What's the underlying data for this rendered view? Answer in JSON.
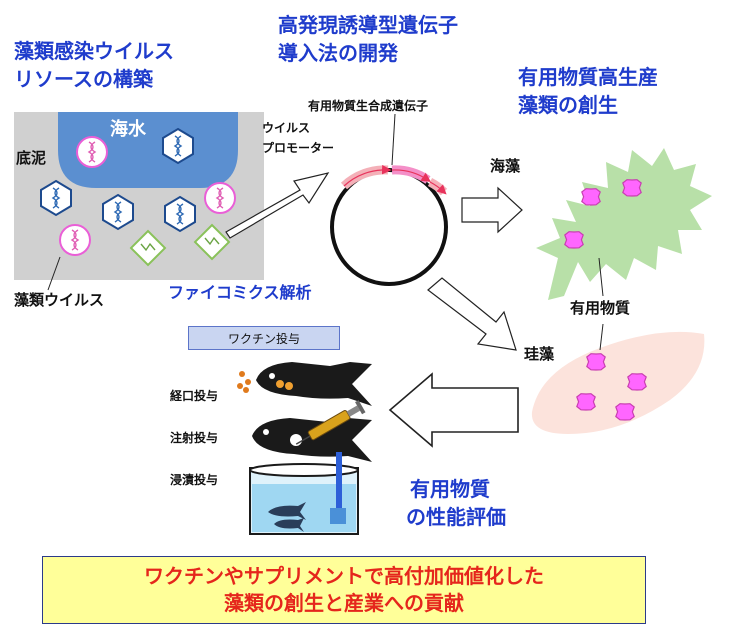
{
  "titles": {
    "resource_line1": "藻類感染ウイルス",
    "resource_line2": "リソースの構築",
    "method_line1": "高発現誘導型遺伝子",
    "method_line2": "導入法の開発",
    "creation_line1": "有用物質高生産",
    "creation_line2": "藻類の創生",
    "phycomics": "ファイコミクス解析",
    "evaluation_line1": "有用物質",
    "evaluation_line2": "の性能評価"
  },
  "labels": {
    "seawater": "海水",
    "sediment": "底泥",
    "algal_virus": "藻類ウイルス",
    "biosynthesis_gene": "有用物質生合成遺伝子",
    "virus_promoter_line1": "ウイルス",
    "virus_promoter_line2": "プロモーター",
    "seaweed": "海藻",
    "useful_substance": "有用物質",
    "diatom": "珪藻",
    "vaccine_admin": "ワクチン投与",
    "oral": "経口投与",
    "injection": "注射投与",
    "immersion": "浸漬投与"
  },
  "banner": {
    "line1": "ワクチンやサプリメントで高付加価値化した",
    "line2": "藻類の創生と産業への貢献"
  },
  "colors": {
    "title_blue": "#1f3ccc",
    "seawater_blue": "#5b8fd0",
    "sediment_gray": "#d0d0d0",
    "seaweed_green": "#b8e0a8",
    "diatom_pink": "#fce3dc",
    "substance_magenta": "#ff66ff",
    "banner_yellow": "#ffff99",
    "banner_red": "#e5261c"
  }
}
